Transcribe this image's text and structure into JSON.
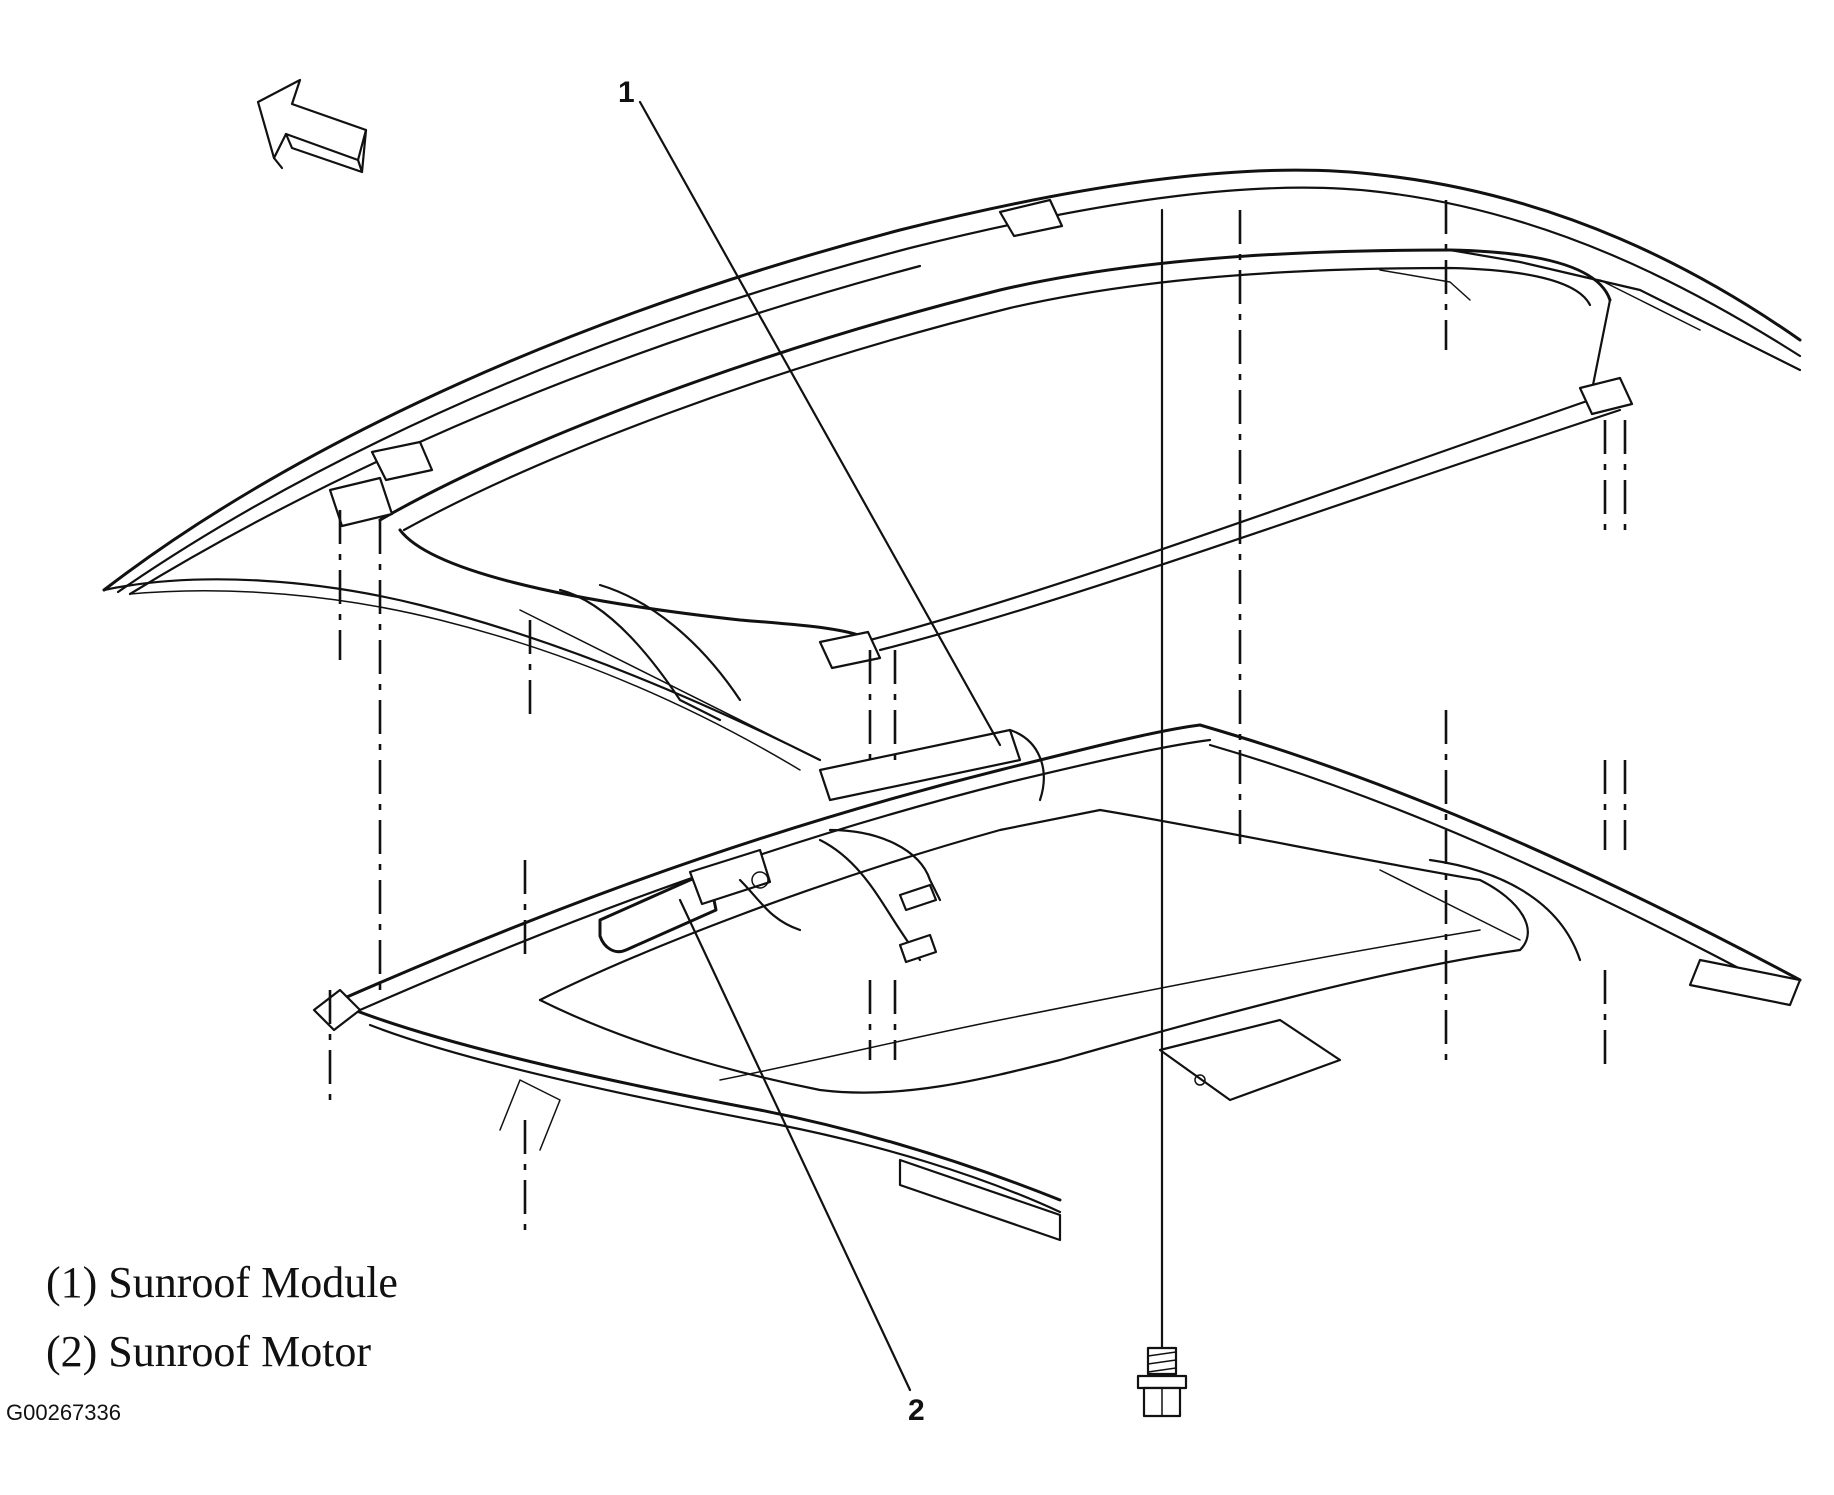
{
  "callouts": [
    {
      "number": "1"
    },
    {
      "number": "2"
    }
  ],
  "legend": [
    {
      "text": "(1) Sunroof Module"
    },
    {
      "text": "(2) Sunroof Motor"
    }
  ],
  "figure_code": "G00267336",
  "icons": [
    "direction-arrow-icon",
    "bolt-icon"
  ]
}
